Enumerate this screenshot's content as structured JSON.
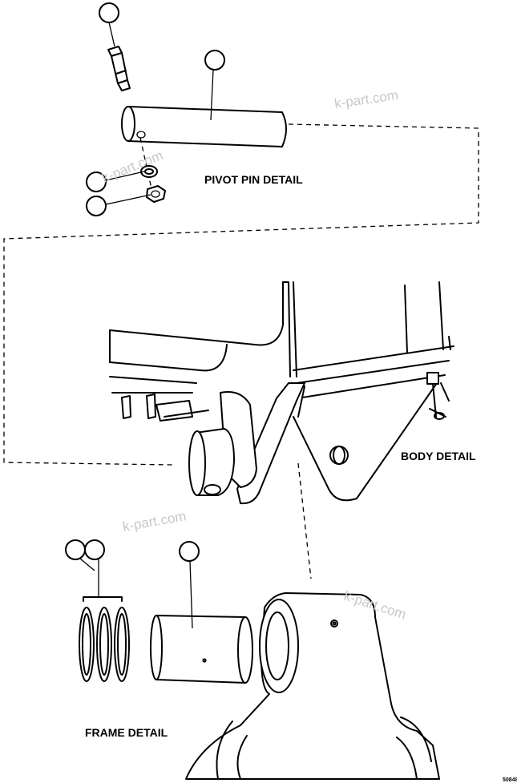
{
  "labels": {
    "pivot_pin_detail": "PIVOT PIN DETAIL",
    "body_detail": "BODY DETAIL",
    "frame_detail": "FRAME DETAIL",
    "figure_number": "50848"
  },
  "watermarks": [
    "k-part.com",
    "k-part.com",
    "k-part.com",
    "k-part.com"
  ],
  "callouts": [
    "",
    "",
    "",
    "",
    "",
    "",
    ""
  ]
}
